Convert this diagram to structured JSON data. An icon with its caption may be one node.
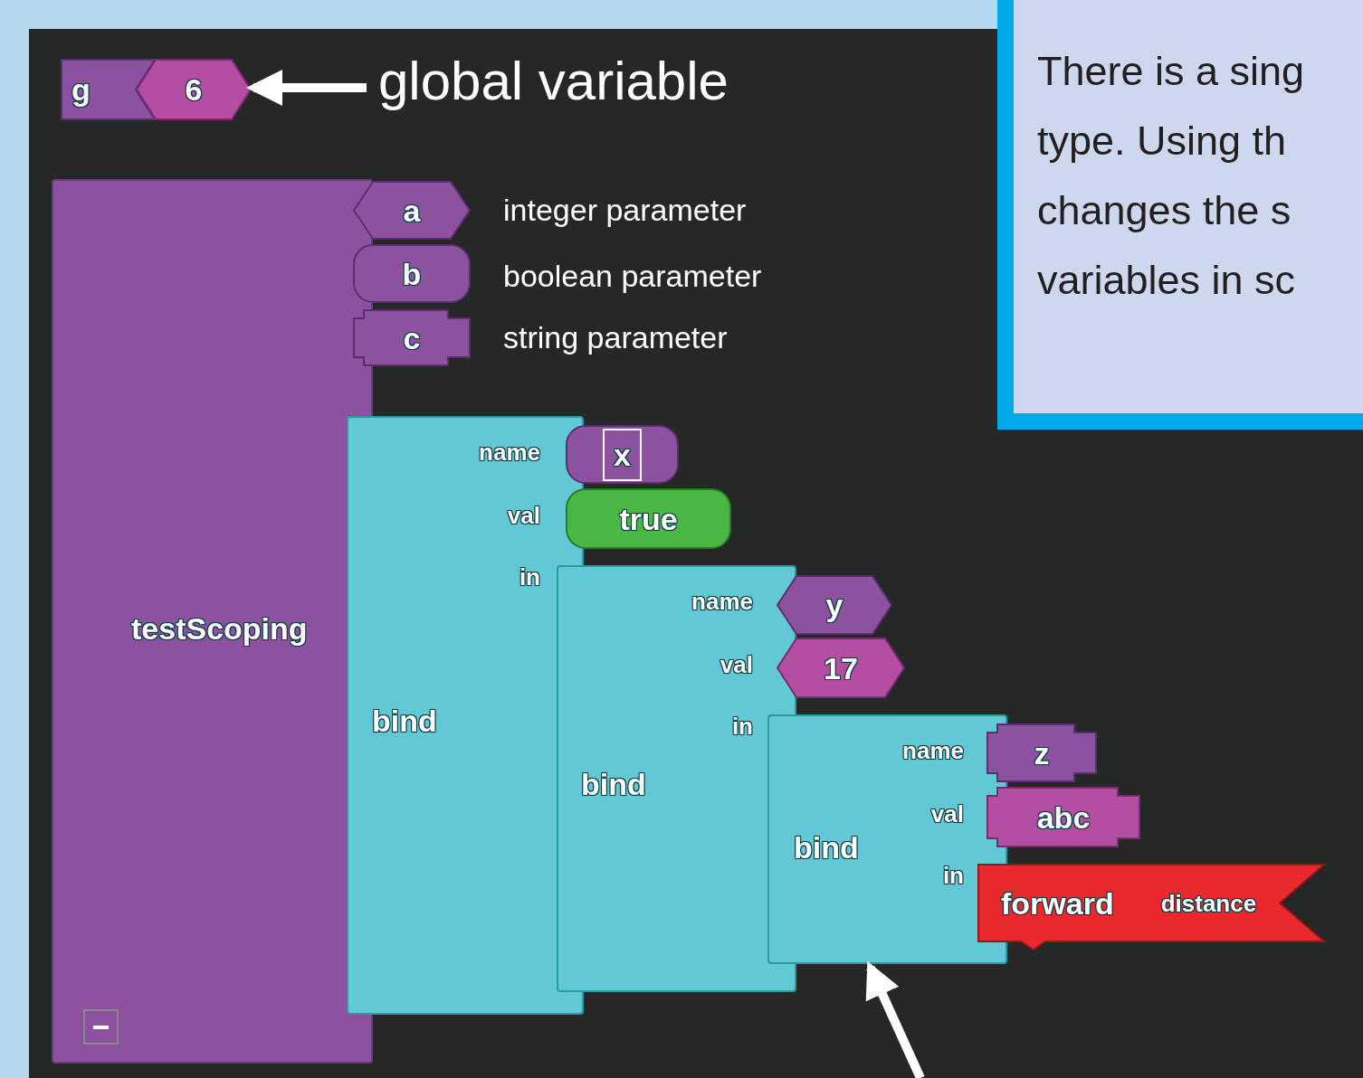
{
  "diagram": {
    "nodes": [
      {
        "text": [
          "g"
        ]
      },
      {
        "text": [
          "6"
        ]
      },
      {
        "text": [
          "global variable"
        ]
      },
      {
        "text": [
          "testScoping"
        ]
      },
      {
        "text": [
          "a"
        ]
      },
      {
        "text": [
          "b"
        ]
      },
      {
        "text": [
          "c"
        ]
      },
      {
        "text": [
          "bind",
          "name",
          "val",
          "in"
        ]
      },
      {
        "text": [
          "x"
        ]
      },
      {
        "text": [
          "true"
        ]
      },
      {
        "text": [
          "bind",
          "name",
          "val",
          "in"
        ]
      },
      {
        "text": [
          "y"
        ]
      },
      {
        "text": [
          "17"
        ]
      },
      {
        "text": [
          "bind",
          "name",
          "val",
          "in"
        ]
      },
      {
        "text": [
          "z"
        ]
      },
      {
        "text": [
          "abc"
        ]
      },
      {
        "text": [
          "forward",
          "distance"
        ]
      },
      {
        "text": [
          "There is a sing type. Using th changes the s variables in sc"
        ]
      }
    ],
    "edges": [
      {
        "from": 2,
        "to": 1,
        "arrow": "to"
      },
      {
        "from": null,
        "to": 13,
        "arrow": "to"
      }
    ],
    "labels": [
      "integer parameter",
      "boolean parameter",
      "string parameter"
    ]
  }
}
